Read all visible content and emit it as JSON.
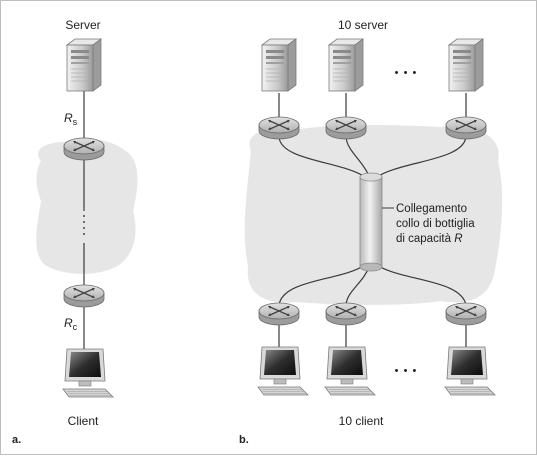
{
  "panel_a": {
    "tag": "a.",
    "server_label": "Server",
    "client_label": "Client",
    "rate_server": {
      "symbol": "R",
      "subscript": "s"
    },
    "rate_client": {
      "symbol": "R",
      "subscript": "c"
    }
  },
  "panel_b": {
    "tag": "b.",
    "servers_label": "10 server",
    "clients_label": "10 client",
    "ellipsis_top": "• • •",
    "ellipsis_bottom": "• • •",
    "bottleneck_line1": "Collegamento",
    "bottleneck_line2": "collo di bottiglia",
    "bottleneck_line3_text": "di capacità ",
    "bottleneck_line3_symbol": "R"
  },
  "colors": {
    "cloud": "#e6e6e6",
    "router_fill": "#d0d0d0",
    "link": "#3a3a3a",
    "bottleneck": "#d4d4d4"
  }
}
